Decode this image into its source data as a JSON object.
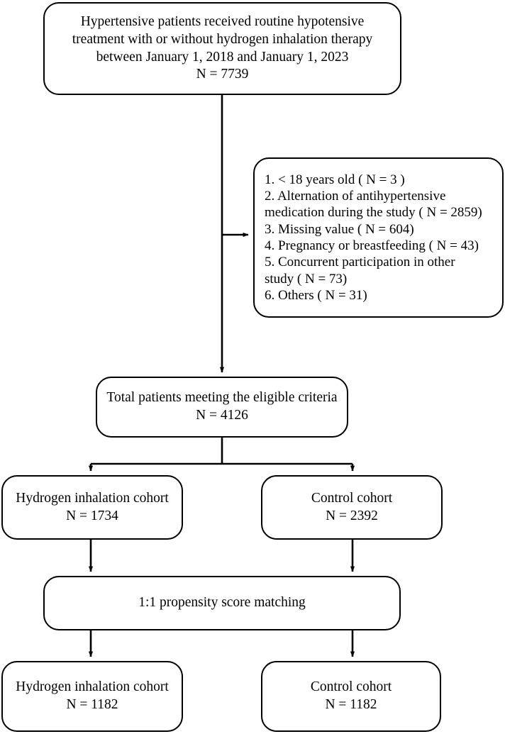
{
  "diagram": {
    "type": "flowchart",
    "title": "Patient enrollment and propensity score matching flow",
    "stroke_color": "#000000",
    "background_color": "#ffffff",
    "nodes": {
      "enrollment": {
        "lines": [
          "Hypertensive patients received routine hypotensive",
          "treatment with or without hydrogen inhalation therapy",
          "between January 1, 2018 and January 1, 2023",
          "N = 7739"
        ],
        "count": 7739
      },
      "exclusions": {
        "lines": [
          "1. < 18 years old ( N = 3 )",
          "2. Alternation of antihypertensive",
          "medication during the study ( N = 2859)",
          "3. Missing value ( N = 604)",
          "4. Pregnancy or breastfeeding ( N = 43)",
          "5. Concurrent participation in other",
          "study ( N = 73)",
          "6. Others ( N = 31)"
        ],
        "items": [
          {
            "number": "1.",
            "label": "< 18 years old",
            "count": 3
          },
          {
            "number": "2.",
            "label": "Alternation of antihypertensive medication during the study",
            "count": 2859
          },
          {
            "number": "3.",
            "label": "Missing value",
            "count": 604
          },
          {
            "number": "4.",
            "label": "Pregnancy or breastfeeding",
            "count": 43
          },
          {
            "number": "5.",
            "label": "Concurrent participation in other study",
            "count": 73
          },
          {
            "number": "6.",
            "label": "Others",
            "count": 31
          }
        ]
      },
      "eligible": {
        "lines": [
          "Total patients meeting the eligible criteria",
          "N = 4126"
        ],
        "count": 4126
      },
      "hydrogen_pre": {
        "lines": [
          "Hydrogen inhalation cohort",
          "N = 1734"
        ],
        "count": 1734
      },
      "control_pre": {
        "lines": [
          "Control cohort",
          "N = 2392"
        ],
        "count": 2392
      },
      "psm": {
        "lines": [
          "1:1 propensity score matching"
        ]
      },
      "hydrogen_post": {
        "lines": [
          "Hydrogen inhalation cohort",
          "N = 1182"
        ],
        "count": 1182
      },
      "control_post": {
        "lines": [
          "Control cohort",
          "N = 1182"
        ],
        "count": 1182
      }
    }
  }
}
